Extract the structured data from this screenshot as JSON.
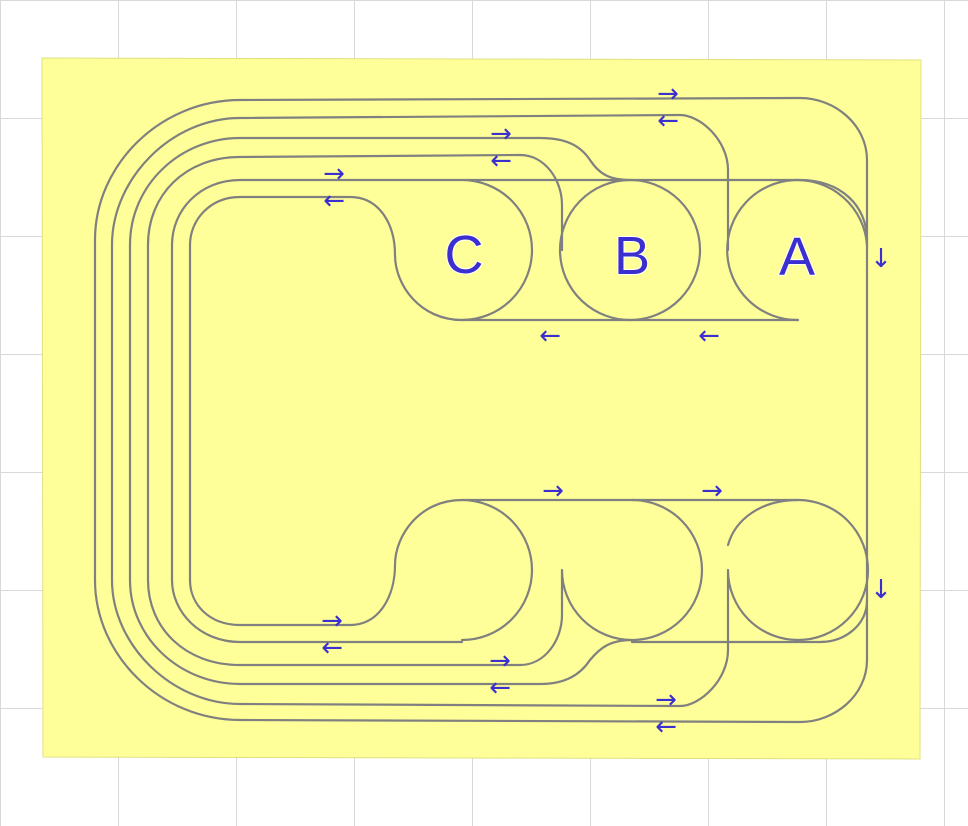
{
  "colors": {
    "panel": "#ffff99",
    "track": "#808080",
    "label": "#3b2fd0",
    "grid": "#d9d9d9"
  },
  "labels": {
    "a": "A",
    "b": "B",
    "c": "C"
  },
  "arrows": {
    "right": "→",
    "left": "←",
    "down": "↓"
  }
}
